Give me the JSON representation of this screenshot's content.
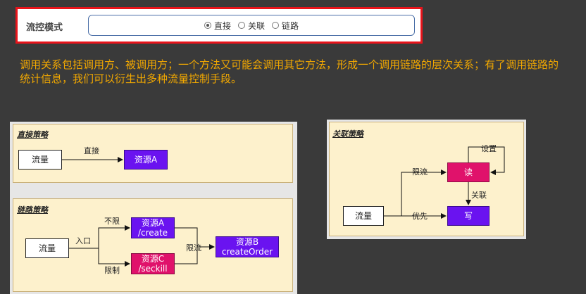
{
  "mode_bar": {
    "label": "流控模式",
    "options": [
      {
        "label": "直接",
        "selected": true
      },
      {
        "label": "关联",
        "selected": false
      },
      {
        "label": "链路",
        "selected": false
      }
    ]
  },
  "description": "调用关系包括调用方、被调用方；一个方法又可能会调用其它方法，形成一个调用链路的层次关系；有了调用链路的统计信息，我们可以衍生出多种流量控制手段。",
  "direct": {
    "title": "直接策略",
    "source": "流量",
    "edge": "直接",
    "target": "资源A"
  },
  "chain": {
    "title": "链路策略",
    "source": "流量",
    "entry": "入口",
    "edge_unlimited": "不限",
    "edge_limited": "限制",
    "node_a_line1": "资源A",
    "node_a_line2": "/create",
    "node_c_line1": "资源C",
    "node_c_line2": "/seckill",
    "edge_limit_flow": "限流",
    "node_b_line1": "资源B",
    "node_b_line2": "createOrder"
  },
  "related": {
    "title": "关联策略",
    "source": "流量",
    "edge_limit": "限流",
    "edge_priority": "优先",
    "edge_set": "设置",
    "edge_related": "关联",
    "read": "读",
    "write": "写"
  },
  "colors": {
    "background": "#3a3a3a",
    "highlight_border": "#e8141b",
    "description_text": "#f2a800",
    "panel": "#fdf1cc",
    "resource_purple": "#6a13f0",
    "resource_magenta": "#e0126b"
  }
}
